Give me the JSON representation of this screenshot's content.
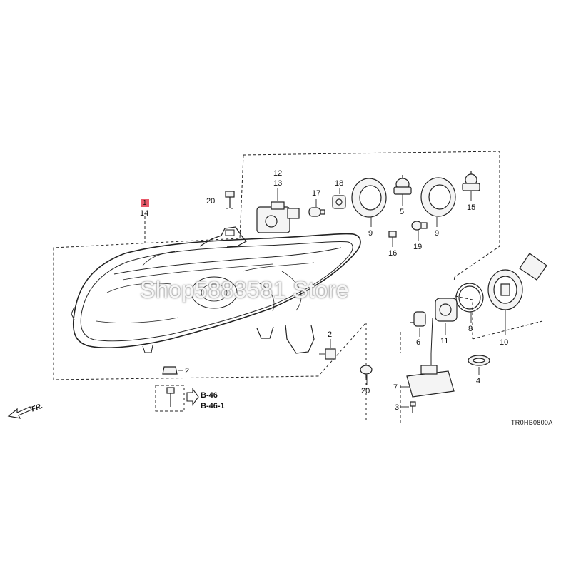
{
  "diagram": {
    "highlighted_part": "1",
    "callouts": {
      "p1": "1",
      "p14": "14",
      "p20a": "20",
      "p12": "12",
      "p13": "13",
      "p17": "17",
      "p18": "18",
      "p9a": "9",
      "p5": "5",
      "p9b": "9",
      "p15": "15",
      "p16": "16",
      "p19": "19",
      "p2a": "2",
      "p2b": "2",
      "p20b": "20",
      "p6": "6",
      "p11": "11",
      "p8": "8",
      "p10": "10",
      "p4": "4",
      "p7": "7",
      "p3": "3"
    },
    "refs": {
      "r1": "B-46",
      "r2": "B-46-1"
    },
    "front_marker": "FR.",
    "code": "TR0HB0800A"
  },
  "watermark": "Shop5883581 Store"
}
